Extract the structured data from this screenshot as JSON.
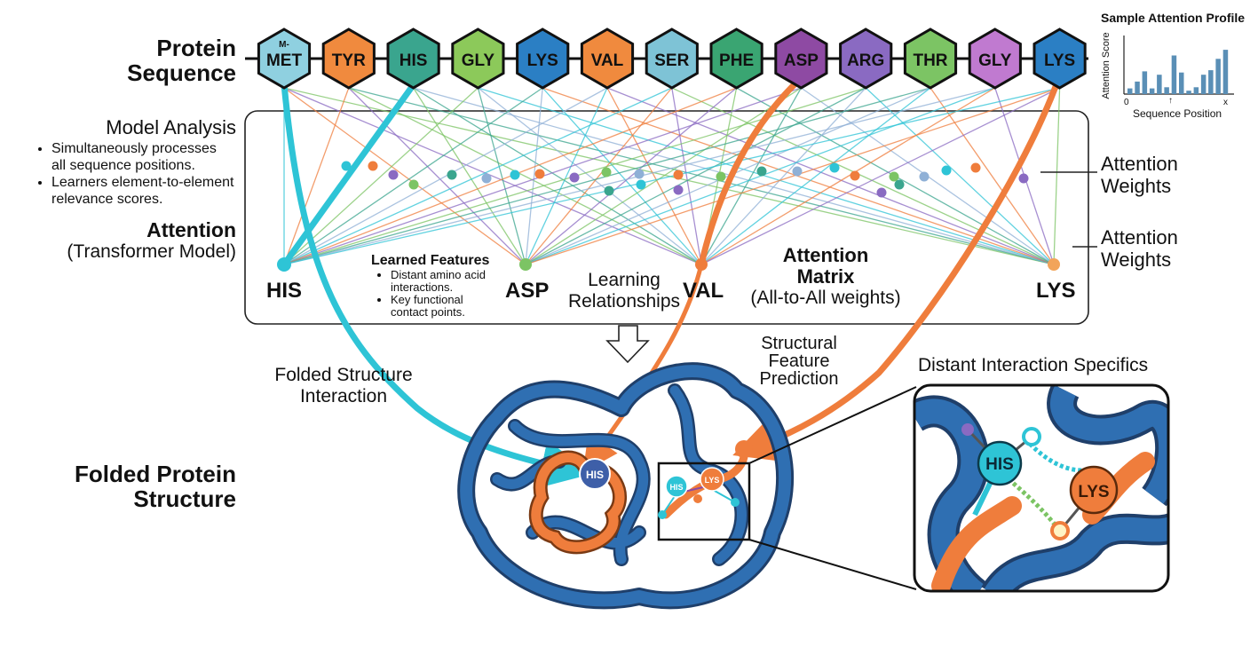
{
  "sequence_label": [
    "Protein",
    "Sequence"
  ],
  "residues": [
    {
      "label": "MET",
      "prefix": "M-",
      "color": "#8fd0e0"
    },
    {
      "label": "TYR",
      "prefix": "",
      "color": "#f08a3e"
    },
    {
      "label": "HIS",
      "prefix": "",
      "color": "#3aa58e"
    },
    {
      "label": "GLY",
      "prefix": "",
      "color": "#8cc95a"
    },
    {
      "label": "LYS",
      "prefix": "",
      "color": "#2b7fc4"
    },
    {
      "label": "VAL",
      "prefix": "",
      "color": "#f08a3e"
    },
    {
      "label": "SER",
      "prefix": "",
      "color": "#7ec3d6"
    },
    {
      "label": "PHE",
      "prefix": "",
      "color": "#3aa572"
    },
    {
      "label": "ASP",
      "prefix": "",
      "color": "#8e4aa3"
    },
    {
      "label": "ARG",
      "prefix": "",
      "color": "#8a6ac2"
    },
    {
      "label": "THR",
      "prefix": "",
      "color": "#7cc464"
    },
    {
      "label": "GLY",
      "prefix": "",
      "color": "#c07ad0"
    },
    {
      "label": "LYS",
      "prefix": "",
      "color": "#2b7fc4"
    }
  ],
  "model_analysis": {
    "title": "Model Analysis",
    "bullets": [
      [
        "Simultaneously processes",
        "all sequence positions."
      ],
      [
        "Learners element-to-element",
        "relevance scores."
      ]
    ]
  },
  "attention_label": {
    "title": "Attention",
    "subtitle": "(Transformer Model)"
  },
  "key_nodes": [
    "HIS",
    "ASP",
    "VAL",
    "LYS"
  ],
  "learned_features": {
    "title": "Learned Features",
    "bullets": [
      [
        "Distant amino acid",
        "interactions."
      ],
      [
        "Key functional",
        "contact points."
      ]
    ]
  },
  "learning_relationships": [
    "Learning",
    "Relationships"
  ],
  "attention_matrix": {
    "title": [
      "Attention",
      "Matrix"
    ],
    "subtitle": "(All-to-All weights)"
  },
  "attention_weights_1": [
    "Attention",
    "Weights"
  ],
  "attention_weights_2": [
    "Attention",
    "Weights"
  ],
  "sample_profile": {
    "title": "Sample Attention Profile",
    "ylabel": "Attention Score",
    "xlabel": "Sequence Position",
    "ticks": [
      "0",
      "↑",
      "x"
    ]
  },
  "chart_data": {
    "type": "bar",
    "title": "Sample Attention Profile",
    "xlabel": "Sequence Position",
    "ylabel": "Attention Score",
    "values": [
      0.1,
      0.22,
      0.4,
      0.1,
      0.34,
      0.12,
      0.68,
      0.38,
      0.06,
      0.12,
      0.34,
      0.42,
      0.62,
      0.78
    ],
    "ylim": [
      0,
      1
    ]
  },
  "folded_structure_interaction": [
    "Folded Structure",
    "Interaction"
  ],
  "structural_feature_prediction": [
    "Structural",
    "Feature",
    "Prediction"
  ],
  "distant_interaction_title": "Distant Interaction Specifics",
  "folded_protein_label": [
    "Folded Protein",
    "Structure"
  ],
  "structure_labels": {
    "his": "HIS",
    "his_small": "HIS",
    "lys_small": "LYS"
  },
  "inset_labels": {
    "his": "HIS",
    "lys": "LYS"
  },
  "colors": {
    "cyan": "#2ec4d6",
    "orange": "#ef7d3c",
    "blue": "#2f6fb2",
    "purple": "#8a6ac2",
    "green": "#7cc464"
  }
}
